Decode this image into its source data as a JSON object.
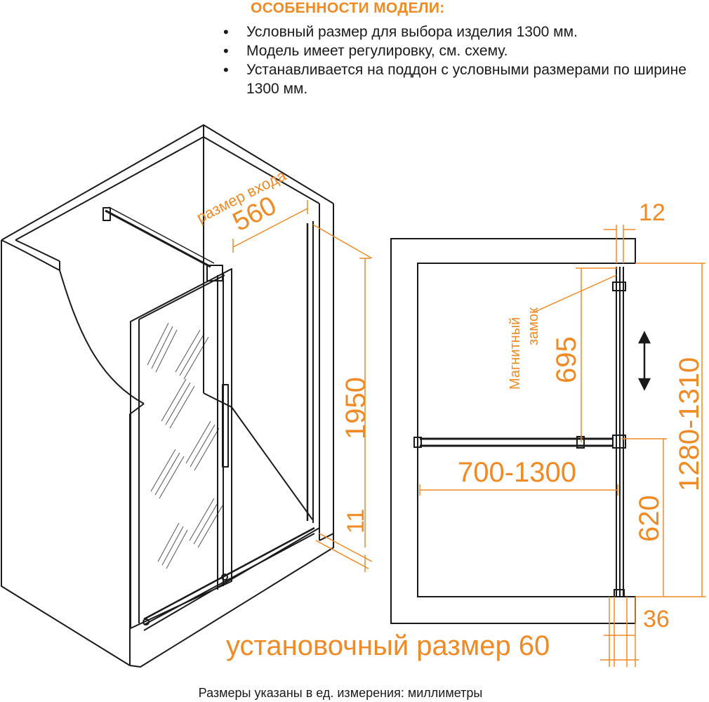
{
  "features": {
    "title": "ОСОБЕННОСТИ МОДЕЛИ:",
    "items": [
      "Условный размер для выбора изделия 1300 мм.",
      "Модель имеет регулировку, см. схему.",
      "Устанавливается на поддон с условными размерами по ширине 1300 мм."
    ]
  },
  "left_view": {
    "entrance_label": "размер входа",
    "entrance_value": "560",
    "height_value": "1950",
    "bottom_gap_value": "11"
  },
  "right_view": {
    "wall_gap_value": "12",
    "magnet_label_line1": "Магнитный",
    "magnet_label_line2": "замок",
    "upper_height_value": "695",
    "width_range_value": "700-1300",
    "total_height_range_value": "1280-1310",
    "lower_height_value": "620",
    "bottom_offset_value": "36",
    "install_size_label": "установочный размер 60"
  },
  "colors": {
    "accent": "#f08a24",
    "line": "#1a1a1a"
  },
  "footnote": "Размеры указаны в ед. измерения: миллиметры"
}
